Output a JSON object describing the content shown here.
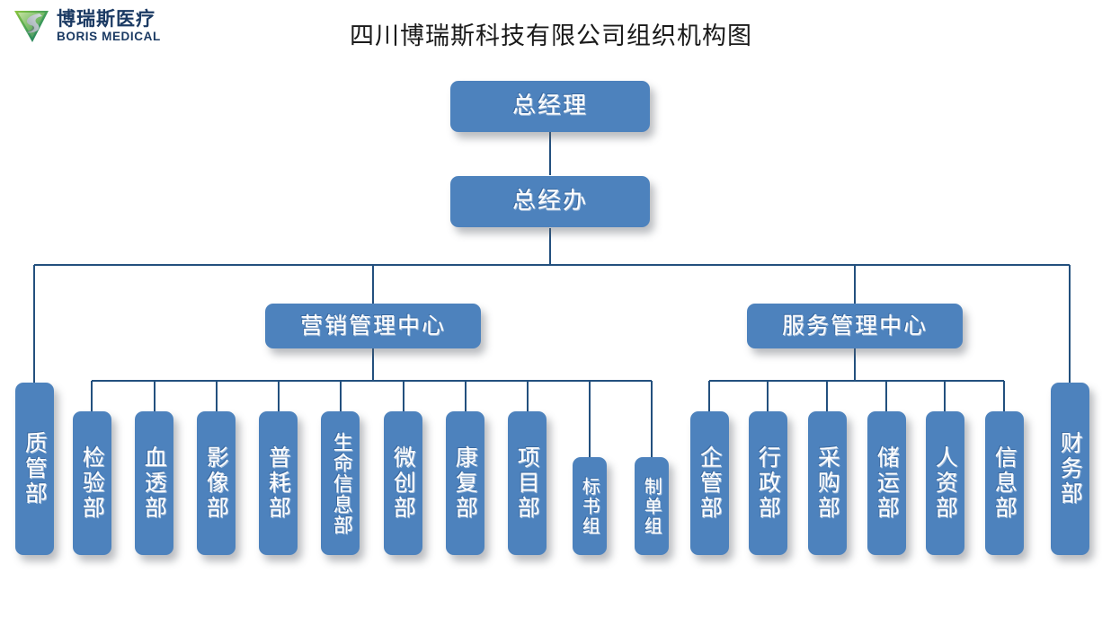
{
  "brand": {
    "logo_icon": "boris-leaf-logo",
    "name_cn": "博瑞斯医疗",
    "name_en": "BORIS MEDICAL",
    "logo_green": "#6cb33f",
    "logo_teal": "#1f7a6b",
    "text_color": "#1b3a63"
  },
  "title": "四川博瑞斯科技有限公司组织机构图",
  "theme": {
    "node_fill": "#4d82bd",
    "node_text": "#ffffff",
    "line_color": "#23507e",
    "background": "#ffffff"
  },
  "org": {
    "top": [
      {
        "id": "gm",
        "label": "总经理"
      },
      {
        "id": "gm-off",
        "label": "总经办"
      }
    ],
    "centers": [
      {
        "id": "marketing-center",
        "label": "营销管理中心"
      },
      {
        "id": "service-center",
        "label": "服务管理中心"
      }
    ],
    "direct_departments": [
      {
        "id": "quality",
        "label": "质管部"
      },
      {
        "id": "finance",
        "label": "财务部"
      }
    ],
    "marketing_departments": [
      {
        "id": "inspection",
        "label": "检验部"
      },
      {
        "id": "hemodialysis",
        "label": "血透部"
      },
      {
        "id": "imaging",
        "label": "影像部"
      },
      {
        "id": "consumables",
        "label": "普耗部"
      },
      {
        "id": "life-info",
        "label": "生命信息部"
      },
      {
        "id": "minimally-invasive",
        "label": "微创部"
      },
      {
        "id": "rehab",
        "label": "康复部"
      },
      {
        "id": "project",
        "label": "项目部"
      }
    ],
    "project_subgroups": [
      {
        "id": "bid-group",
        "label": "标书组"
      },
      {
        "id": "order-group",
        "label": "制单组"
      }
    ],
    "service_departments": [
      {
        "id": "enterprise-mgmt",
        "label": "企管部"
      },
      {
        "id": "administration",
        "label": "行政部"
      },
      {
        "id": "procurement",
        "label": "采购部"
      },
      {
        "id": "storage-transit",
        "label": "储运部"
      },
      {
        "id": "human-resources",
        "label": "人资部"
      },
      {
        "id": "information",
        "label": "信息部"
      }
    ]
  }
}
